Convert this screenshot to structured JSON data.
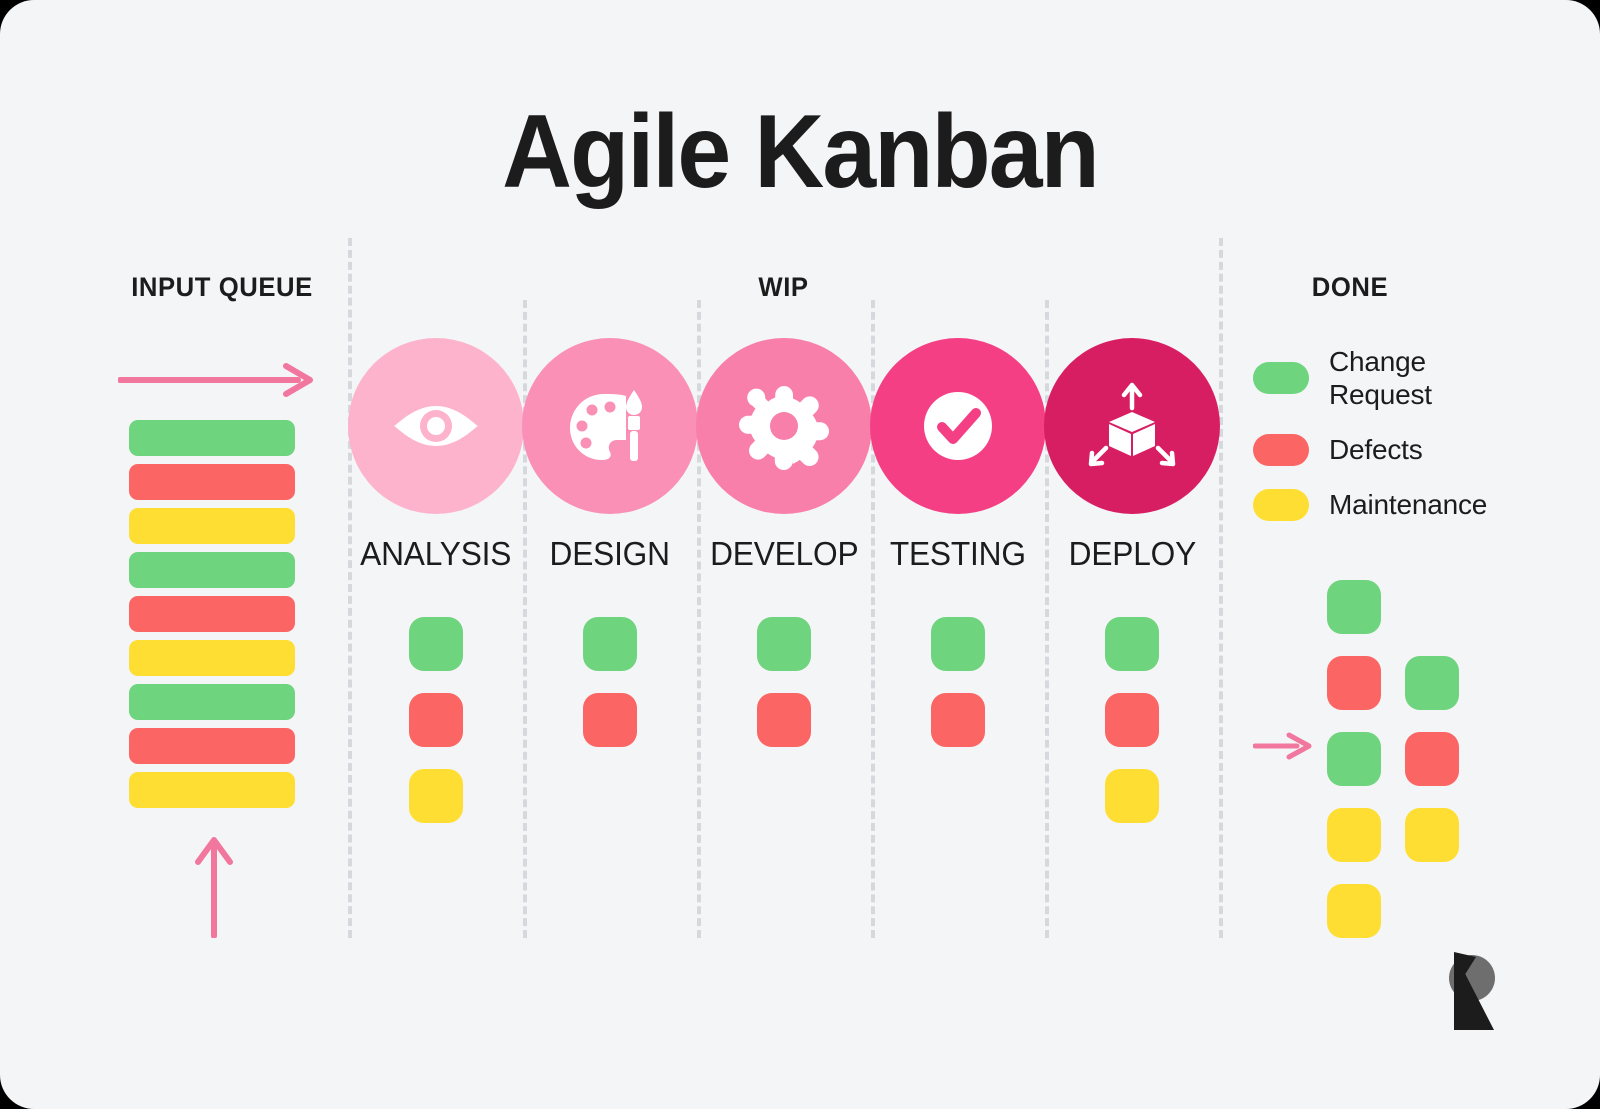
{
  "title": "Agile Kanban",
  "palette": {
    "background": "#f4f5f7",
    "text": "#1c1c1c",
    "divider": "#d5d9dd",
    "arrow_pink": "#f2779f",
    "card_green": "#6fd47e",
    "card_red": "#fb6563",
    "card_yellow": "#ffde33"
  },
  "sections": {
    "input_queue": {
      "label": "INPUT QUEUE"
    },
    "wip": {
      "label": "WIP"
    },
    "done": {
      "label": "DONE"
    }
  },
  "input_queue": {
    "flow_arrow_in": "arrow-right-icon",
    "flow_arrow_up": "arrow-up-icon",
    "bars": [
      {
        "type": "Change Request",
        "color": "#6fd47e"
      },
      {
        "type": "Defects",
        "color": "#fb6563"
      },
      {
        "type": "Maintenance",
        "color": "#ffde33"
      },
      {
        "type": "Change Request",
        "color": "#6fd47e"
      },
      {
        "type": "Defects",
        "color": "#fb6563"
      },
      {
        "type": "Maintenance",
        "color": "#ffde33"
      },
      {
        "type": "Change Request",
        "color": "#6fd47e"
      },
      {
        "type": "Defects",
        "color": "#fb6563"
      },
      {
        "type": "Maintenance",
        "color": "#ffde33"
      }
    ]
  },
  "stages": [
    {
      "label": "ANALYSIS",
      "icon": "eye-icon",
      "circle_color": "#fcb3cb",
      "cards": [
        {
          "type": "Change Request",
          "color": "#6fd47e"
        },
        {
          "type": "Defects",
          "color": "#fb6563"
        },
        {
          "type": "Maintenance",
          "color": "#ffde33"
        }
      ]
    },
    {
      "label": "DESIGN",
      "icon": "palette-brush-icon",
      "circle_color": "#fa90b5",
      "cards": [
        {
          "type": "Change Request",
          "color": "#6fd47e"
        },
        {
          "type": "Defects",
          "color": "#fb6563"
        }
      ]
    },
    {
      "label": "DEVELOP",
      "icon": "gear-icon",
      "circle_color": "#f97fab",
      "cards": [
        {
          "type": "Change Request",
          "color": "#6fd47e"
        },
        {
          "type": "Defects",
          "color": "#fb6563"
        }
      ]
    },
    {
      "label": "TESTING",
      "icon": "check-circle-icon",
      "circle_color": "#f43f85",
      "cards": [
        {
          "type": "Change Request",
          "color": "#6fd47e"
        },
        {
          "type": "Defects",
          "color": "#fb6563"
        }
      ]
    },
    {
      "label": "DEPLOY",
      "icon": "cube-deploy-icon",
      "circle_color": "#d81e63",
      "cards": [
        {
          "type": "Change Request",
          "color": "#6fd47e"
        },
        {
          "type": "Defects",
          "color": "#fb6563"
        },
        {
          "type": "Maintenance",
          "color": "#ffde33"
        }
      ]
    }
  ],
  "legend": [
    {
      "label": "Change Request",
      "color": "#6fd47e"
    },
    {
      "label": "Defects",
      "color": "#fb6563"
    },
    {
      "label": "Maintenance",
      "color": "#ffde33"
    }
  ],
  "done": {
    "flow_arrow": "arrow-right-icon",
    "columns": [
      {
        "cells": [
          {
            "type": "Change Request",
            "color": "#6fd47e"
          },
          {
            "type": "Defects",
            "color": "#fb6563"
          },
          {
            "type": "Change Request",
            "color": "#6fd47e"
          },
          {
            "type": "Maintenance",
            "color": "#ffde33"
          },
          {
            "type": "Maintenance",
            "color": "#ffde33"
          }
        ]
      },
      {
        "cells": [
          {
            "type": "empty",
            "color": ""
          },
          {
            "type": "Change Request",
            "color": "#6fd47e"
          },
          {
            "type": "Defects",
            "color": "#fb6563"
          },
          {
            "type": "Maintenance",
            "color": "#ffde33"
          }
        ]
      }
    ]
  },
  "logo": {
    "name": "brand-logo-r"
  }
}
